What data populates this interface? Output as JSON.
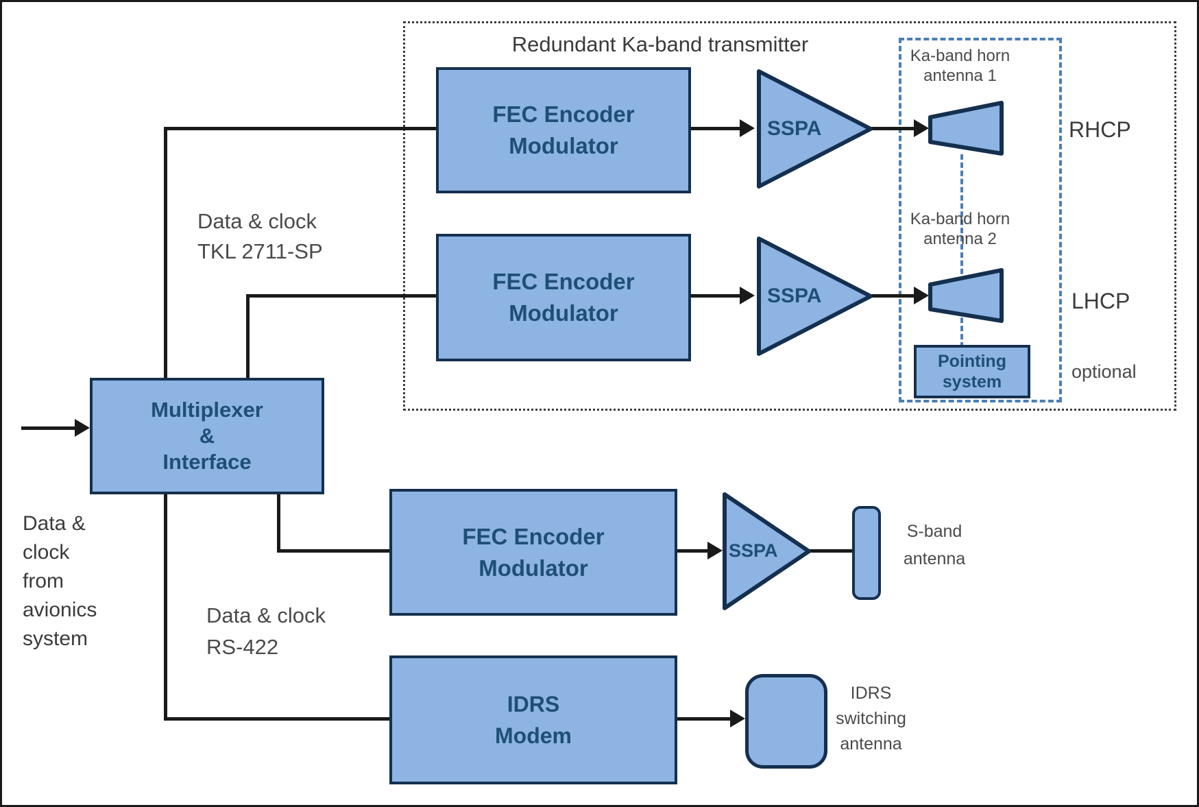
{
  "diagram": {
    "title": "Redundant Ka-band transmitter",
    "blocks": {
      "multiplexer": {
        "lines": [
          "Multiplexer",
          "&",
          "Interface"
        ]
      },
      "fec1": {
        "lines": [
          "FEC Encoder",
          "Modulator"
        ]
      },
      "fec2": {
        "lines": [
          "FEC Encoder",
          "Modulator"
        ]
      },
      "fec3": {
        "lines": [
          "FEC Encoder",
          "Modulator"
        ]
      },
      "idrs_modem": {
        "lines": [
          "IDRS",
          "Modem"
        ]
      },
      "pointing": {
        "lines": [
          "Pointing",
          "system"
        ]
      },
      "sspa1": "SSPA",
      "sspa2": "SSPA",
      "sspa3": "SSPA"
    },
    "labels": {
      "avionics": {
        "lines": [
          "Data &",
          "clock",
          "from",
          "avionics",
          "system"
        ]
      },
      "tkl": {
        "lines": [
          "Data & clock",
          "TKL 2711-SP"
        ]
      },
      "rs422": {
        "lines": [
          "Data & clock",
          "RS-422"
        ]
      },
      "horn1": {
        "lines": [
          "Ka-band horn",
          "antenna 1"
        ]
      },
      "horn2": {
        "lines": [
          "Ka-band horn",
          "antenna 2"
        ]
      },
      "rhcp": "RHCP",
      "lhcp": "LHCP",
      "optional": "optional",
      "sband": {
        "lines": [
          "S-band",
          "antenna"
        ]
      },
      "idrs_antenna": {
        "lines": [
          "IDRS",
          "switching",
          "antenna"
        ]
      }
    },
    "colors": {
      "box_fill": "#8db4e2",
      "box_border": "#15304f",
      "box_text": "#1f4e79",
      "label_gray": "#4a4a4a",
      "line_black": "#1a1a1a",
      "dashed_blue": "#4a7ebb"
    }
  }
}
